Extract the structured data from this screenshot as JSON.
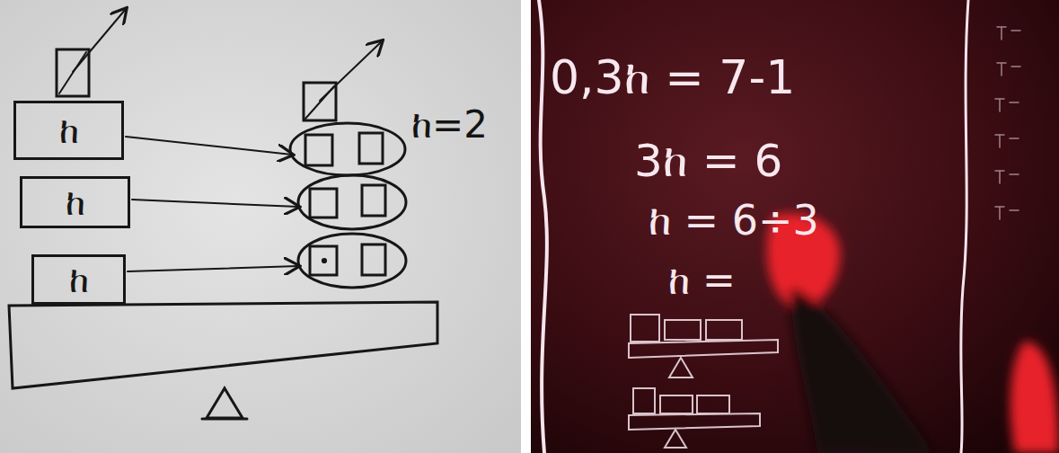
{
  "diagram": {
    "nodes": [
      {
        "text": [
          "ከ"
        ]
      },
      {
        "text": [
          "ከ"
        ]
      },
      {
        "text": [
          "ከ"
        ]
      }
    ],
    "labels": [
      "ከ=2",
      "0,3ከ = 7-1",
      "3ከ = 6",
      "ከ = 6÷3",
      "ከ ="
    ]
  }
}
